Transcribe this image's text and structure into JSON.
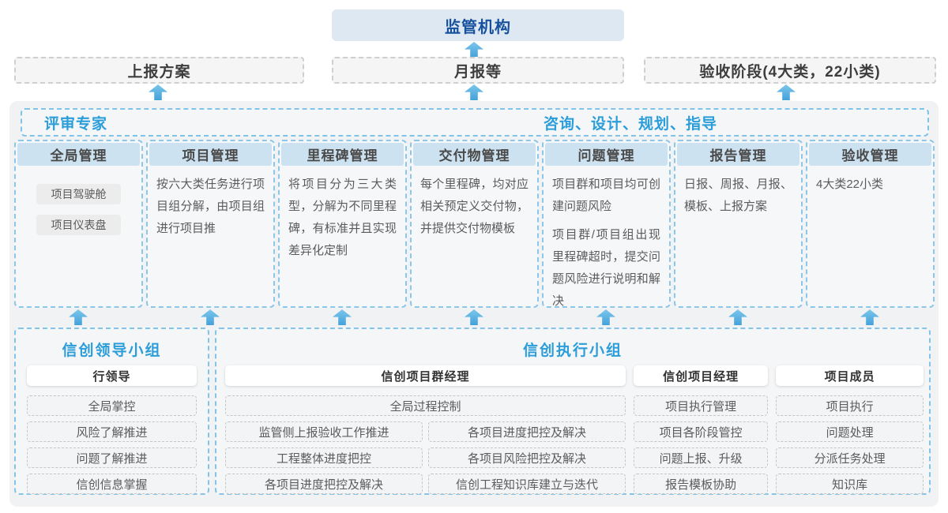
{
  "colors": {
    "accent_blue": "#2b9dd9",
    "navy_text": "#17519e",
    "header_bg": "#cde2f0",
    "arrow_blue": "#43a1da",
    "container_bg": "#f1f2f4"
  },
  "top": {
    "regulator": "监管机构"
  },
  "outputs": {
    "plan": "上报方案",
    "monthly": "月报等",
    "acceptance": "验收阶段(4大类，22小类)"
  },
  "experts_bar": {
    "left": "评审专家",
    "right": "咨询、设计、规划、指导"
  },
  "modules": [
    {
      "title": "全局管理",
      "pills": [
        "项目驾驶舱",
        "项目仪表盘"
      ]
    },
    {
      "title": "项目管理",
      "paragraphs": [
        "按六大类任务进行项目组分解，由项目组进行项目推"
      ]
    },
    {
      "title": "里程碑管理",
      "paragraphs": [
        "将项目分为三大类型，分解为不同里程碑，有标准并且实现差异化定制"
      ]
    },
    {
      "title": "交付物管理",
      "paragraphs": [
        "每个里程碑，均对应相关预定义交付物，并提供交付物模板"
      ]
    },
    {
      "title": "问题管理",
      "paragraphs": [
        "项目群和项目均可创建问题风险",
        "项目群/项目组出现里程碑超时，提交问题风险进行说明和解决"
      ]
    },
    {
      "title": "报告管理",
      "paragraphs": [
        "日报、周报、月报、模板、上报方案"
      ]
    },
    {
      "title": "验收管理",
      "paragraphs": [
        "4大类22小类"
      ]
    }
  ],
  "leader_group": {
    "title": "信创领导小组",
    "role": "行领导",
    "items": [
      "全局掌控",
      "风险了解推进",
      "问题了解推进",
      "信创信息掌握"
    ]
  },
  "exec_group": {
    "title": "信创执行小组",
    "group_manager": {
      "role": "信创项目群经理",
      "full_item": "全局过程控制",
      "left_items": [
        "监管侧上报验收工作推进",
        "工程整体进度把控",
        "各项目进度把控及解决"
      ],
      "right_items": [
        "各项目进度把控及解决",
        "各项目风险把控及解决",
        "信创工程知识库建立与迭代"
      ]
    },
    "project_manager": {
      "role": "信创项目经理",
      "items": [
        "项目执行管理",
        "项目各阶段管控",
        "问题上报、升级",
        "报告模板协助"
      ]
    },
    "member": {
      "role": "项目成员",
      "items": [
        "项目执行",
        "问题处理",
        "分派任务处理",
        "知识库"
      ]
    }
  }
}
